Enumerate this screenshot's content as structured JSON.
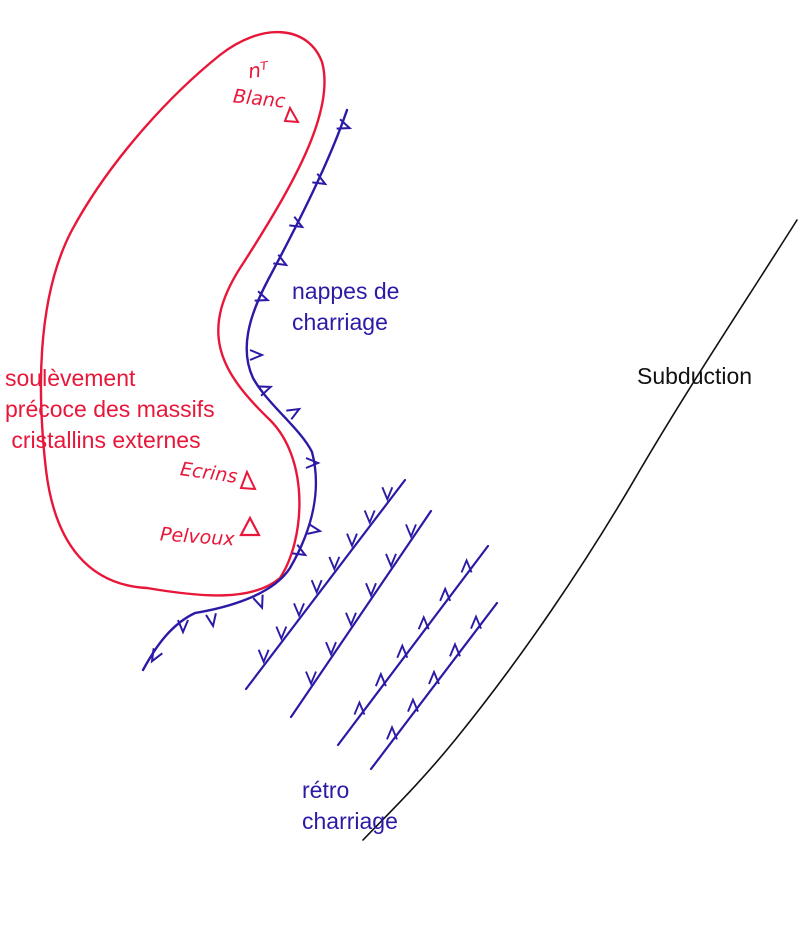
{
  "labels": {
    "nappes": "nappes de\ncharriage",
    "soulevement": "soulèvement\nprécoce des massifs\n cristallins externes",
    "subduction": "Subduction",
    "retro": "rétro\ncharriage"
  },
  "summits": {
    "mont_blanc_top": "nᵀ",
    "mont_blanc_bottom": "Blanc",
    "ecrins": "Ecrins",
    "pelvoux": "Pelvoux"
  },
  "colors": {
    "red": "#e8173a",
    "blue": "#2a1aa6",
    "black": "#111111"
  }
}
